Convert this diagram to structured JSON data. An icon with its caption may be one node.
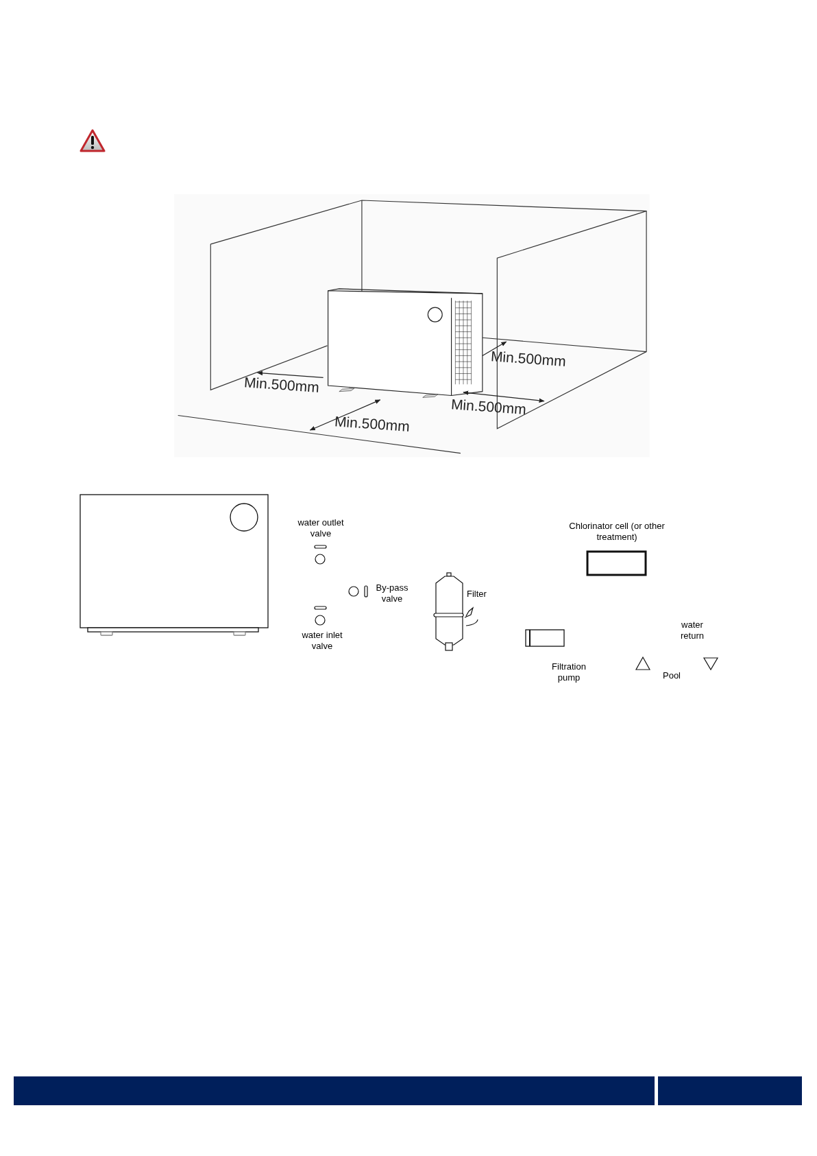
{
  "diagram": {
    "labels": [
      "Min.500mm",
      "Min.500mm",
      "Min.500mm",
      "Min.500mm",
      "water outlet valve",
      "By-pass valve",
      "Chlorinator cell (or other treatment)",
      "Filter",
      "water inlet valve",
      "water return",
      "Filtration pump",
      "Pool"
    ]
  }
}
